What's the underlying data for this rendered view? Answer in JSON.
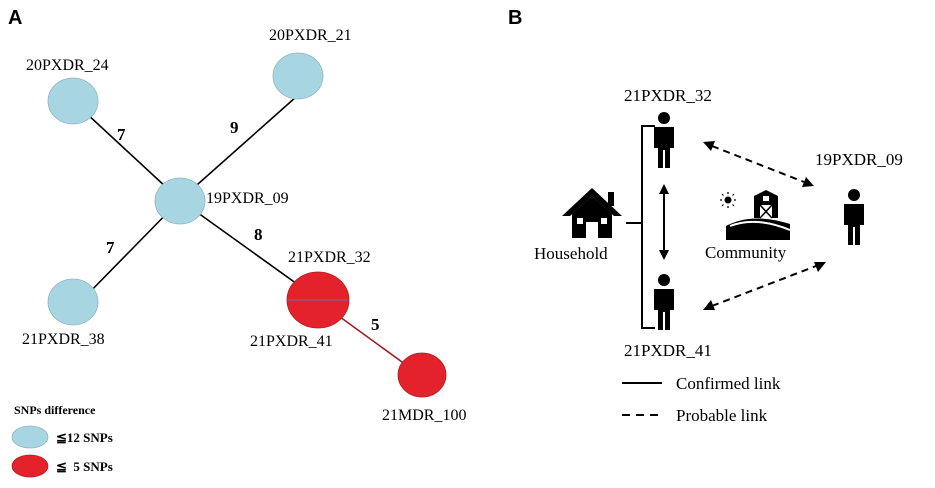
{
  "panel_a": {
    "letter": "A",
    "nodes": [
      {
        "id": "n24",
        "label": "20PXDR_24",
        "group": "le12"
      },
      {
        "id": "n21",
        "label": "20PXDR_21",
        "group": "le12"
      },
      {
        "id": "n09",
        "label": "19PXDR_09",
        "group": "le12"
      },
      {
        "id": "n38",
        "label": "21PXDR_38",
        "group": "le12"
      },
      {
        "id": "n32",
        "label": "21PXDR_32",
        "group": "le5"
      },
      {
        "id": "n41",
        "label": "21PXDR_41",
        "group": "le5"
      },
      {
        "id": "n100",
        "label": "21MDR_100",
        "group": "le5"
      }
    ],
    "edges": [
      {
        "from": "n24",
        "to": "n09",
        "label": "7"
      },
      {
        "from": "n21",
        "to": "n09",
        "label": "9"
      },
      {
        "from": "n38",
        "to": "n09",
        "label": "7"
      },
      {
        "from": "n09",
        "to": "n32",
        "label": "8"
      },
      {
        "from": "n32",
        "to": "n100",
        "label": "5"
      }
    ],
    "legend": {
      "title": "SNPs difference",
      "items": [
        {
          "label": "≦12 SNPs",
          "color": "#a8d5e2"
        },
        {
          "label": "≦  5 SNPs",
          "color": "#e3222b"
        }
      ]
    },
    "colors": {
      "blue_node": "#a8d5e2",
      "red_node": "#e3222b",
      "red_edge": "#a11c22",
      "edge": "#000000"
    }
  },
  "panel_b": {
    "letter": "B",
    "person_top": "21PXDR_32",
    "person_bottom": "21PXDR_41",
    "person_right": "19PXDR_09",
    "household_label": "Household",
    "community_label": "Community",
    "legend": [
      {
        "style": "solid",
        "label": "Confirmed link"
      },
      {
        "style": "dashed",
        "label": "Probable link"
      }
    ]
  }
}
